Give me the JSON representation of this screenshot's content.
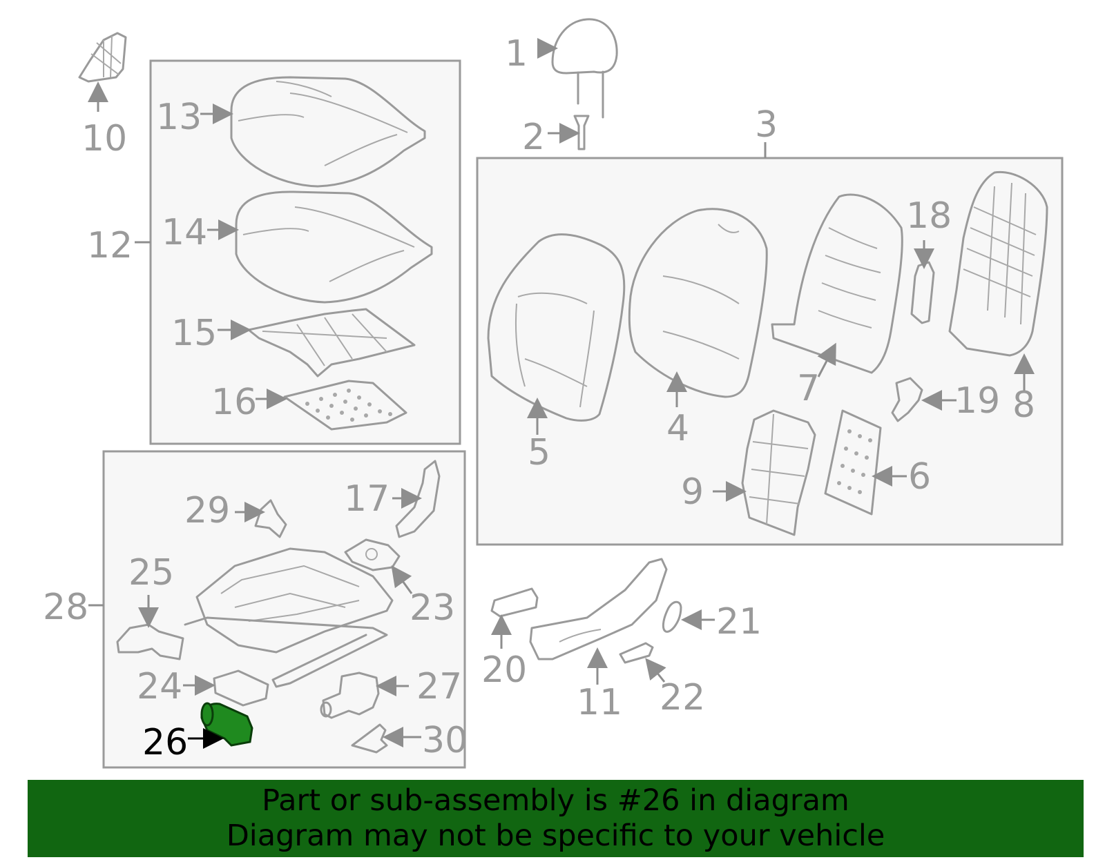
{
  "labels": {
    "n1": "1",
    "n2": "2",
    "n3": "3",
    "n4": "4",
    "n5": "5",
    "n6": "6",
    "n7": "7",
    "n8": "8",
    "n9": "9",
    "n10": "10",
    "n11": "11",
    "n12": "12",
    "n13": "13",
    "n14": "14",
    "n15": "15",
    "n16": "16",
    "n17": "17",
    "n18": "18",
    "n19": "19",
    "n20": "20",
    "n21": "21",
    "n22": "22",
    "n23": "23",
    "n24": "24",
    "n25": "25",
    "n26": "26",
    "n27": "27",
    "n28": "28",
    "n29": "29",
    "n30": "30"
  },
  "highlighted_part": "26",
  "colors": {
    "highlight": "#1f8a1f",
    "banner": "#116611",
    "line": "#9a9a9a"
  },
  "banner": {
    "line1": "Part or sub-assembly is #26 in diagram",
    "line2": "Diagram may not be specific to your vehicle"
  }
}
